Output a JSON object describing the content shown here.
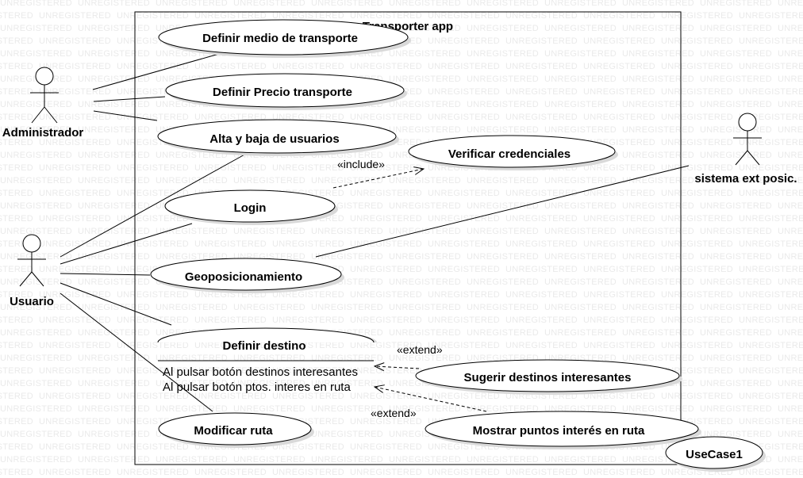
{
  "watermark": "UNREGISTERED",
  "system": {
    "title": "Transporter app"
  },
  "actors": {
    "administrador": "Administrador",
    "usuario": "Usuario",
    "sistema": "sistema ext posic."
  },
  "use_cases": {
    "definir_medio": "Definir medio de transporte",
    "definir_precio": "Definir Precio transporte",
    "alta_baja": "Alta y baja de usuarios",
    "verificar": "Verificar credenciales",
    "login": "Login",
    "geoposicionamiento": "Geoposicionamiento",
    "definir_destino": "Definir destino",
    "sugerir": "Sugerir destinos interesantes",
    "modificar": "Modificar ruta",
    "mostrar": "Mostrar puntos interés en ruta",
    "usecase1": "UseCase1"
  },
  "extension_points": [
    "Al pulsar botón destinos interesantes",
    "Al pulsar botón ptos. interes en ruta"
  ],
  "stereotypes": {
    "include": "«include»",
    "extend": "«extend»"
  },
  "colors": {
    "line": "#000000",
    "background": "#ffffff",
    "watermark": "#eaeaea",
    "shadow": "#d9d9d9"
  }
}
